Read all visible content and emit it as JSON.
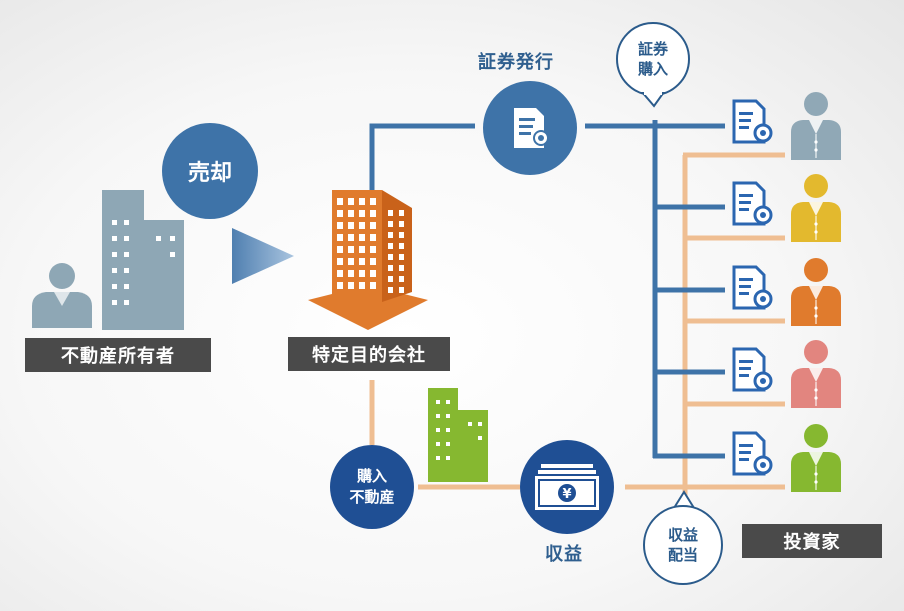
{
  "labels": {
    "owner": "不動産所有者",
    "spc": "特定目的会社",
    "investors": "投資家"
  },
  "circles": {
    "sale": "売却",
    "issue": "証券発行",
    "purchase_property_line1": "購入",
    "purchase_property_line2": "不動産",
    "revenue": "収益"
  },
  "bubbles": {
    "buy_securities_line1": "証券",
    "buy_securities_line2": "購入",
    "dividend_line1": "収益",
    "dividend_line2": "配当"
  },
  "icons": {
    "sale_arrow": "play-triangle-icon",
    "certificate": "certificate-icon",
    "money": "yen-banknote-icon",
    "building": "office-building-icon",
    "person": "person-icon"
  },
  "colors": {
    "blue": "#3e73a8",
    "light_blue": "#5e8fc0",
    "navy": "#1f4f94",
    "orange": "#e07b2d",
    "green": "#86b830",
    "tan": "#efbe92",
    "gray_building": "#8ea7b5",
    "label_bg": "#4a4a4a"
  },
  "investors": [
    {
      "color": "#90a8b6"
    },
    {
      "color": "#e3b92e"
    },
    {
      "color": "#e07b2d"
    },
    {
      "color": "#e2857f"
    },
    {
      "color": "#86b830"
    }
  ]
}
